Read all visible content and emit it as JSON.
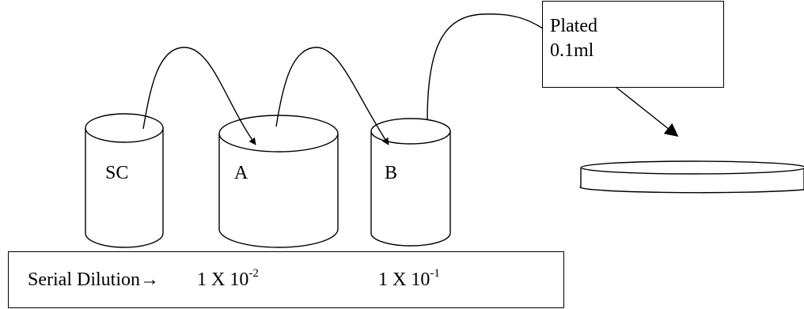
{
  "containers": [
    {
      "label": "SC"
    },
    {
      "label": "A"
    },
    {
      "label": "B"
    }
  ],
  "plate_note": {
    "line1": "Plated",
    "line2": "0.1ml"
  },
  "legend": {
    "label": "Serial Dilution",
    "arrow": "→",
    "dilution_a_base": "1 X 10",
    "dilution_a_exp": "-2",
    "dilution_b_base": "1 X 10",
    "dilution_b_exp": "-1"
  }
}
